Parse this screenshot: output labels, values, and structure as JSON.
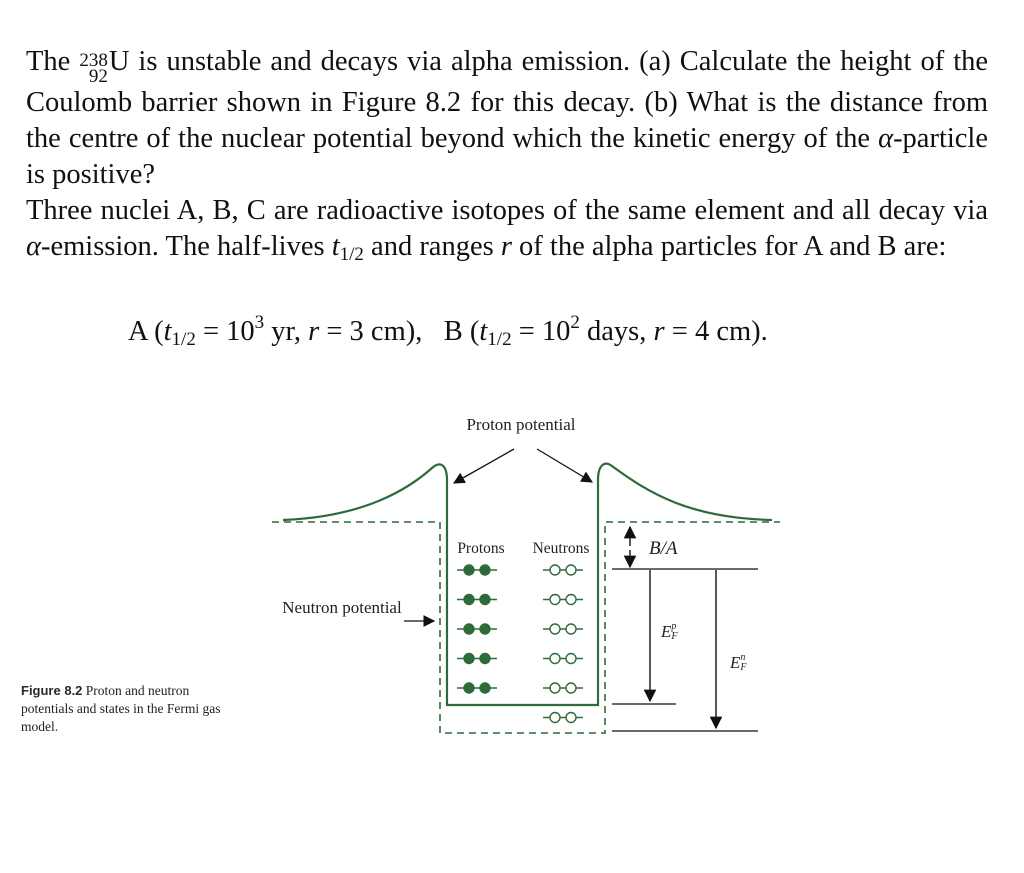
{
  "problem": {
    "p1_before": "The ",
    "isotope_mass": "238",
    "isotope_atomic": "92",
    "isotope_symbol": "U",
    "p1_after": " is unstable and decays via alpha emission. (a) Calculate the height of the Coulomb barrier shown in Figure 8.2 for this decay. (b) What is the distance from the centre of the nuclear potential beyond which the kinetic energy of the ",
    "alpha": "α",
    "p1_end": "-particle is positive?",
    "p2_start": "Three nuclei A, B, C are radioactive isotopes of the same element and all decay via ",
    "p2_mid1": "-emission. The half-lives ",
    "t_sym": "t",
    "half_sub": "1/2",
    "p2_mid2": " and ranges ",
    "r_sym": "r",
    "p2_end": " of the alpha particles for A and B are:"
  },
  "formula": {
    "a_label": "A (",
    "a_eq": " = 10",
    "a_exp": "3",
    "a_unit": " yr, ",
    "a_range": " = 3 cm),",
    "b_label": "B (",
    "b_eq": " = 10",
    "b_exp": "2",
    "b_unit": " days, ",
    "b_range": " = 4 cm)."
  },
  "figure": {
    "proton_potential_label": "Proton potential",
    "neutron_potential_label": "Neutron potential",
    "protons_label": "Protons",
    "neutrons_label": "Neutrons",
    "binding_label": "B/A",
    "efp_main": "E",
    "efp_sup": "p",
    "efp_sub": "F",
    "efn_main": "E",
    "efn_sup": "n",
    "efn_sub": "F",
    "proton_level_count": 5,
    "neutron_level_count": 6,
    "accent_color": "#2e6b3a"
  },
  "caption": {
    "label": "Figure 8.2",
    "text": " Proton and neutron potentials and states in the Fermi gas model."
  }
}
